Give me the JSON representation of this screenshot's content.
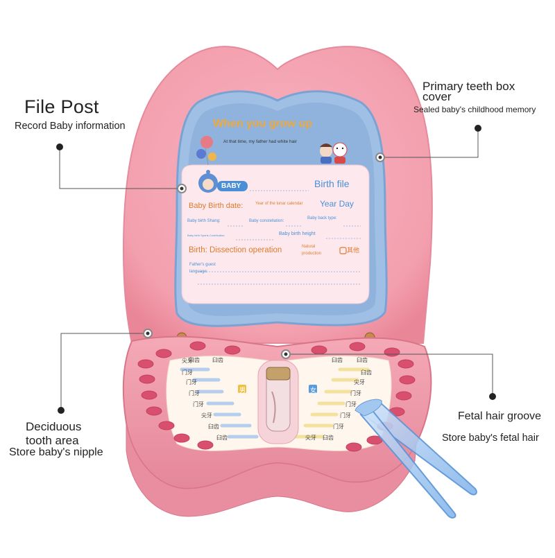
{
  "callouts": {
    "file_post": {
      "title": "File Post",
      "subtitle": "Record Baby information"
    },
    "cover": {
      "title_line1": "Primary teeth box",
      "title_line2": "cover",
      "subtitle": "Sealed baby's childhood memory"
    },
    "tooth_area": {
      "title_line1": "Deciduous",
      "title_line2": "tooth area",
      "subtitle": "Store baby's nipple"
    },
    "hair_groove": {
      "title": "Fetal hair groove",
      "subtitle": "Store baby's fetal hair"
    }
  },
  "card": {
    "header": "When you grow up",
    "header_sub": "At that time, my father had white hair",
    "baby_badge": "BABY",
    "birth_file": "Birth file",
    "birth_date_label": "Baby Birth date:",
    "lunar_label": "Year of the lunar calendar",
    "year_day": "Year Day",
    "shang_label": "Baby birth Shang:",
    "constellation_label": "Baby constellation:",
    "back_type_label": "Baby back type:",
    "contribution_label": "Baby birth Sports Contribution:",
    "height_label": "Baby birth height",
    "birth_operation": "Birth: Dissection operation",
    "natural_line1": "Natural",
    "natural_line2": "production",
    "other": "其他",
    "guest_line1": "Father's guest",
    "guest_line2": "language:"
  },
  "tray": {
    "left_labels": [
      "尖牙",
      "门牙",
      "门牙",
      "门牙",
      "门牙",
      "尖牙",
      "臼齿"
    ],
    "right_labels": [
      "臼齿",
      "尖牙",
      "门牙",
      "门牙",
      "门牙",
      "门牙",
      "尖牙"
    ],
    "top_left": [
      "臼齿",
      "臼齿"
    ],
    "top_right": [
      "臼齿",
      "臼齿"
    ],
    "bottom_left": "臼齿",
    "bottom_right": "臼齿",
    "badge_left": "男",
    "badge_right": "女"
  },
  "colors": {
    "box_pink": "#f29aa8",
    "card_blue": "#8fb3dc",
    "label_blue": "#4a8fd6",
    "label_orange": "#e07a2e"
  }
}
